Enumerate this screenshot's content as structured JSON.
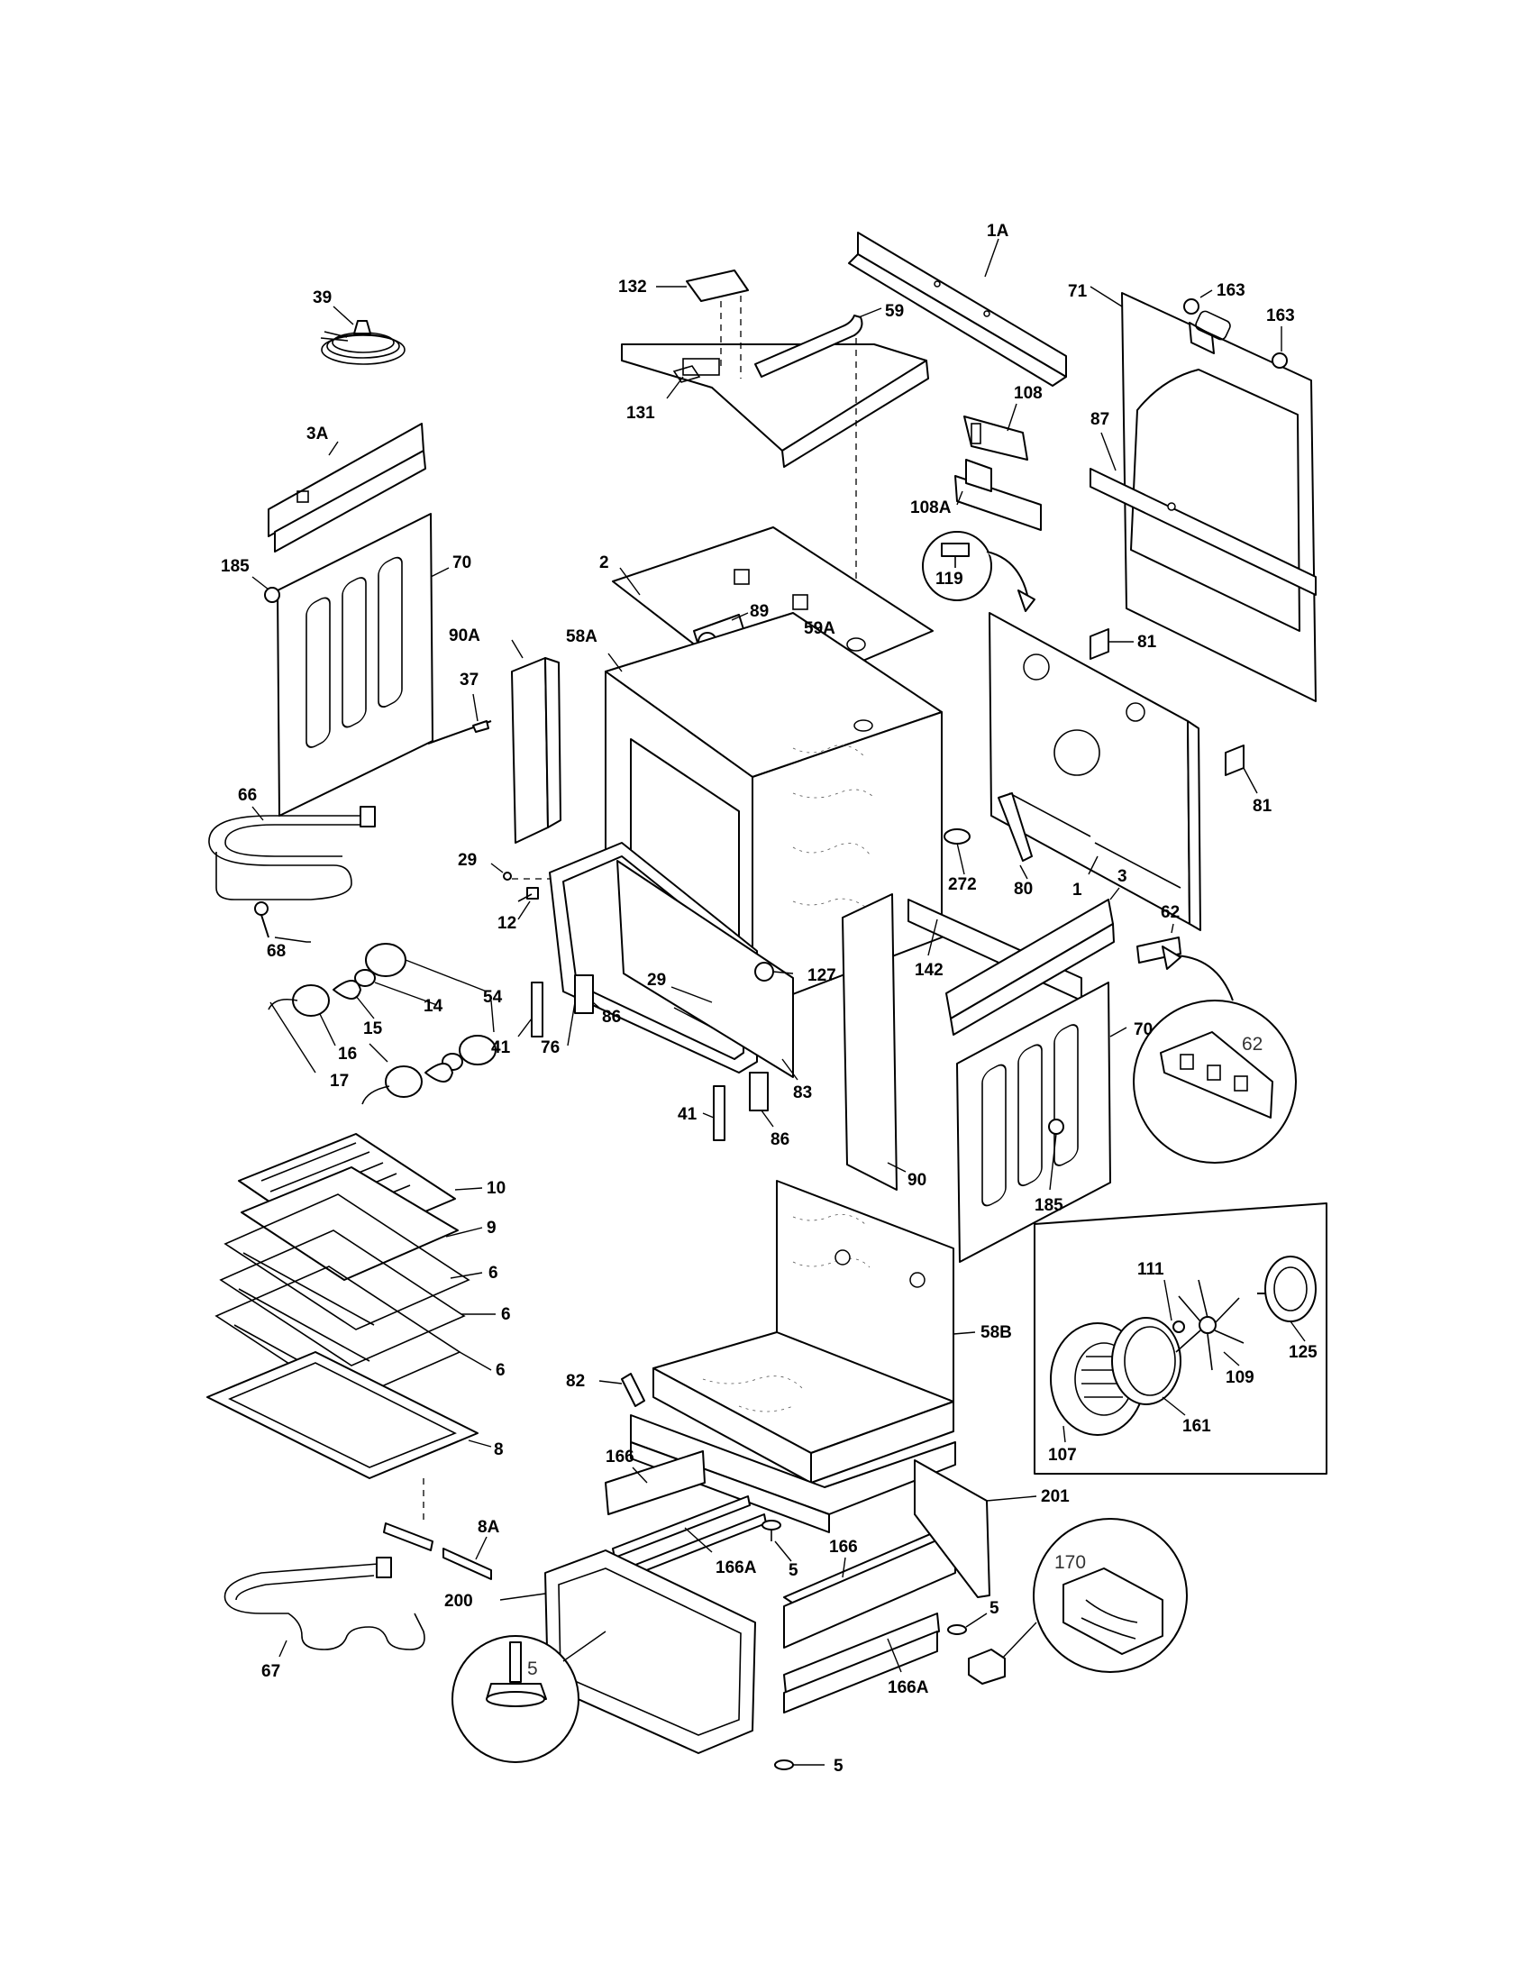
{
  "colors": {
    "ink": "#000000",
    "paper": "#ffffff"
  },
  "callouts": {
    "c1A": "1A",
    "c132": "132",
    "c131": "131",
    "c39": "39",
    "c59": "59",
    "c163a": "163",
    "c163b": "163",
    "c71": "71",
    "c87": "87",
    "c108": "108",
    "c108A": "108A",
    "c119": "119",
    "c3A": "3A",
    "c185a": "185",
    "c70a": "70",
    "c2": "2",
    "c89": "89",
    "c59A": "59A",
    "c58A": "58A",
    "c90A": "90A",
    "c81a": "81",
    "c81b": "81",
    "c37": "37",
    "c66": "66",
    "c29a": "29",
    "c12": "12",
    "c68": "68",
    "c54": "54",
    "c14": "14",
    "c15": "15",
    "c16": "16",
    "c17": "17",
    "c41a": "41",
    "c76": "76",
    "c86a": "86",
    "c29b": "29",
    "c127": "127",
    "c272": "272",
    "c80": "80",
    "c1": "1",
    "c3": "3",
    "c62a": "62",
    "c142": "142",
    "c70b": "70",
    "c62b": "62",
    "c83": "83",
    "c41b": "41",
    "c86b": "86",
    "c90": "90",
    "c185b": "185",
    "c10": "10",
    "c9": "9",
    "c6a": "6",
    "c6b": "6",
    "c6c": "6",
    "c58B": "58B",
    "c111": "111",
    "c125": "125",
    "c109": "109",
    "c107": "107",
    "c161": "161",
    "c82": "82",
    "c8": "8",
    "c166a": "166",
    "c201": "201",
    "c5a": "5",
    "c166Aa": "166A",
    "c166b": "166",
    "c8A": "8A",
    "c200": "200",
    "c170": "170",
    "c5b": "5",
    "c5c": "5",
    "c166Ab": "166A",
    "c67": "67",
    "c5d": "5"
  }
}
